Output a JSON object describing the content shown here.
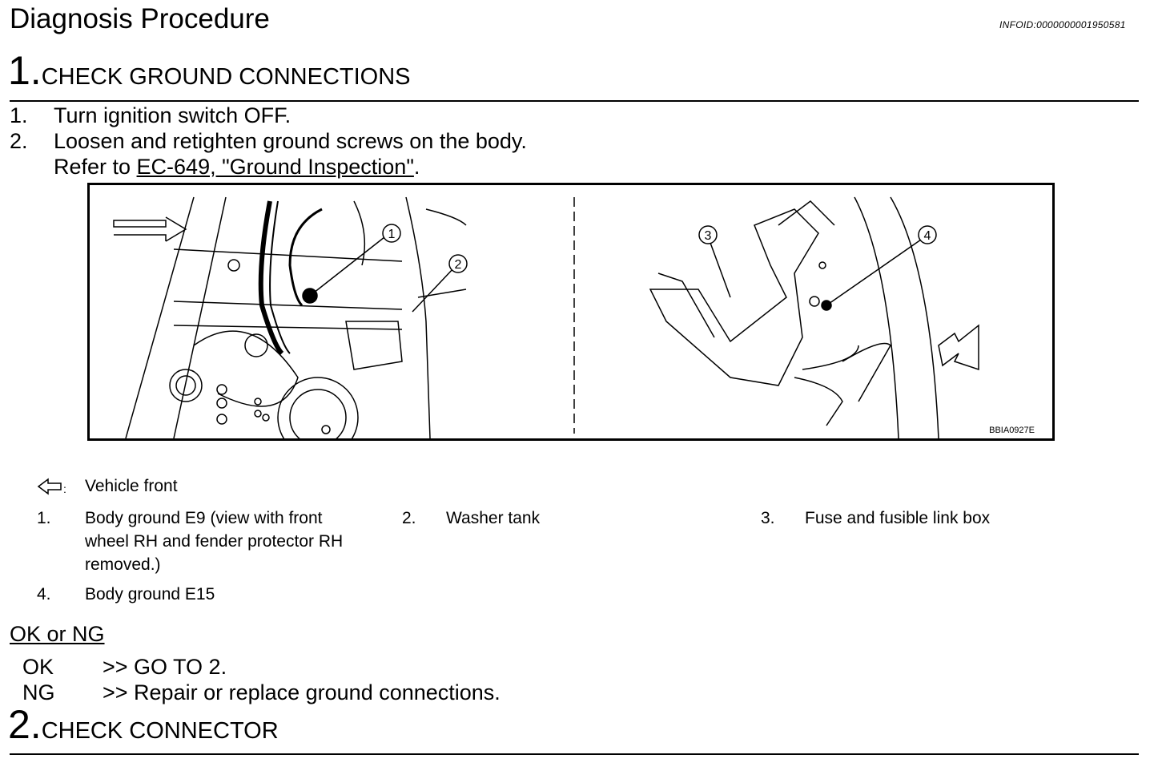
{
  "header": {
    "title": "Diagnosis Procedure",
    "info_id": "INFOID:0000000001950581"
  },
  "step1": {
    "number": "1.",
    "title": "CHECK GROUND CONNECTIONS",
    "instructions": [
      {
        "num": "1.",
        "text": "Turn ignition switch OFF."
      },
      {
        "num": "2.",
        "text": "Loosen and retighten ground screws on the body."
      }
    ],
    "refer_prefix": "Refer to ",
    "refer_link": "EC-649, \"Ground Inspection\"",
    "refer_suffix": "."
  },
  "figure": {
    "code": "BBIA0927E",
    "callouts": [
      "1",
      "2",
      "3",
      "4"
    ]
  },
  "legend": {
    "front_label": "Vehicle front",
    "items": [
      {
        "num": "1.",
        "lines": [
          "Body ground E9 (view with front",
          "wheel RH and fender protector RH",
          "removed.)"
        ]
      },
      {
        "num": "2.",
        "lines": [
          "Washer tank"
        ]
      },
      {
        "num": "3.",
        "lines": [
          "Fuse and fusible link box"
        ]
      },
      {
        "num": "4.",
        "lines": [
          "Body ground E15"
        ]
      }
    ]
  },
  "result": {
    "heading": "OK or NG",
    "ok_code": "OK",
    "ok_text": ">> GO TO 2.",
    "ng_code": "NG",
    "ng_text": ">> Repair or replace ground connections."
  },
  "step2": {
    "number": "2.",
    "title": "CHECK CONNECTOR"
  }
}
